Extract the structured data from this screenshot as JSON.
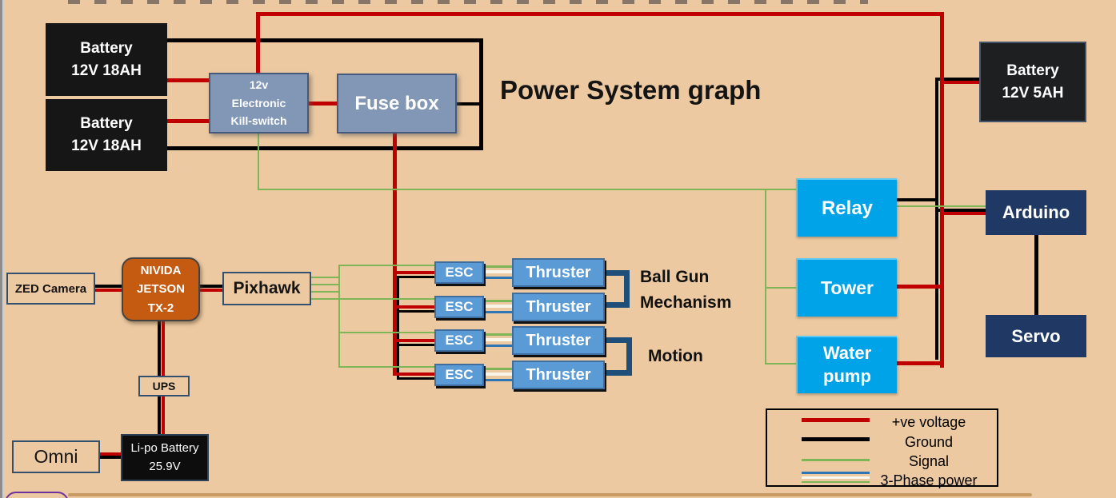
{
  "title": "Power System graph",
  "colors": {
    "background": "#ecc9a1",
    "positive_voltage": "#c00000",
    "ground": "#000000",
    "signal": "#7eb657",
    "phase_blue": "#2e75b6",
    "cyan_node": "#00a2e8",
    "steel_node": "#8296b6",
    "esc_node": "#5b9bd5",
    "navy_node": "#1f3864",
    "bracket": "#1f4e79",
    "jetson_orange": "#c55a11"
  },
  "nodes": {
    "battery1": {
      "label": "Battery\n12V 18AH"
    },
    "battery2": {
      "label": "Battery\n12V 18AH"
    },
    "killswitch": {
      "label": "12v\nElectronic\nKill-switch"
    },
    "fusebox": {
      "label": "Fuse box"
    },
    "battery5": {
      "label": "Battery\n12V 5AH"
    },
    "relay": {
      "label": "Relay"
    },
    "tower": {
      "label": "Tower"
    },
    "waterpump": {
      "label": "Water\npump"
    },
    "arduino": {
      "label": "Arduino"
    },
    "servo": {
      "label": "Servo"
    },
    "zed": {
      "label": "ZED Camera"
    },
    "jetson": {
      "label": "NIVIDA\nJETSON\nTX-2"
    },
    "pixhawk": {
      "label": "Pixhawk"
    },
    "ups": {
      "label": "UPS"
    },
    "lipo": {
      "label": "Li-po Battery\n25.9V"
    },
    "omni": {
      "label": "Omni"
    },
    "esc": {
      "label": "ESC"
    },
    "thruster": {
      "label": "Thruster"
    }
  },
  "annotations": {
    "ball_gun": "Ball Gun\nMechanism",
    "motion": "Motion"
  },
  "legend": {
    "items": [
      {
        "label": "+ve voltage",
        "type": "positive"
      },
      {
        "label": "Ground",
        "type": "ground"
      },
      {
        "label": "Signal",
        "type": "signal"
      },
      {
        "label": "3-Phase power",
        "type": "three-phase"
      }
    ]
  }
}
